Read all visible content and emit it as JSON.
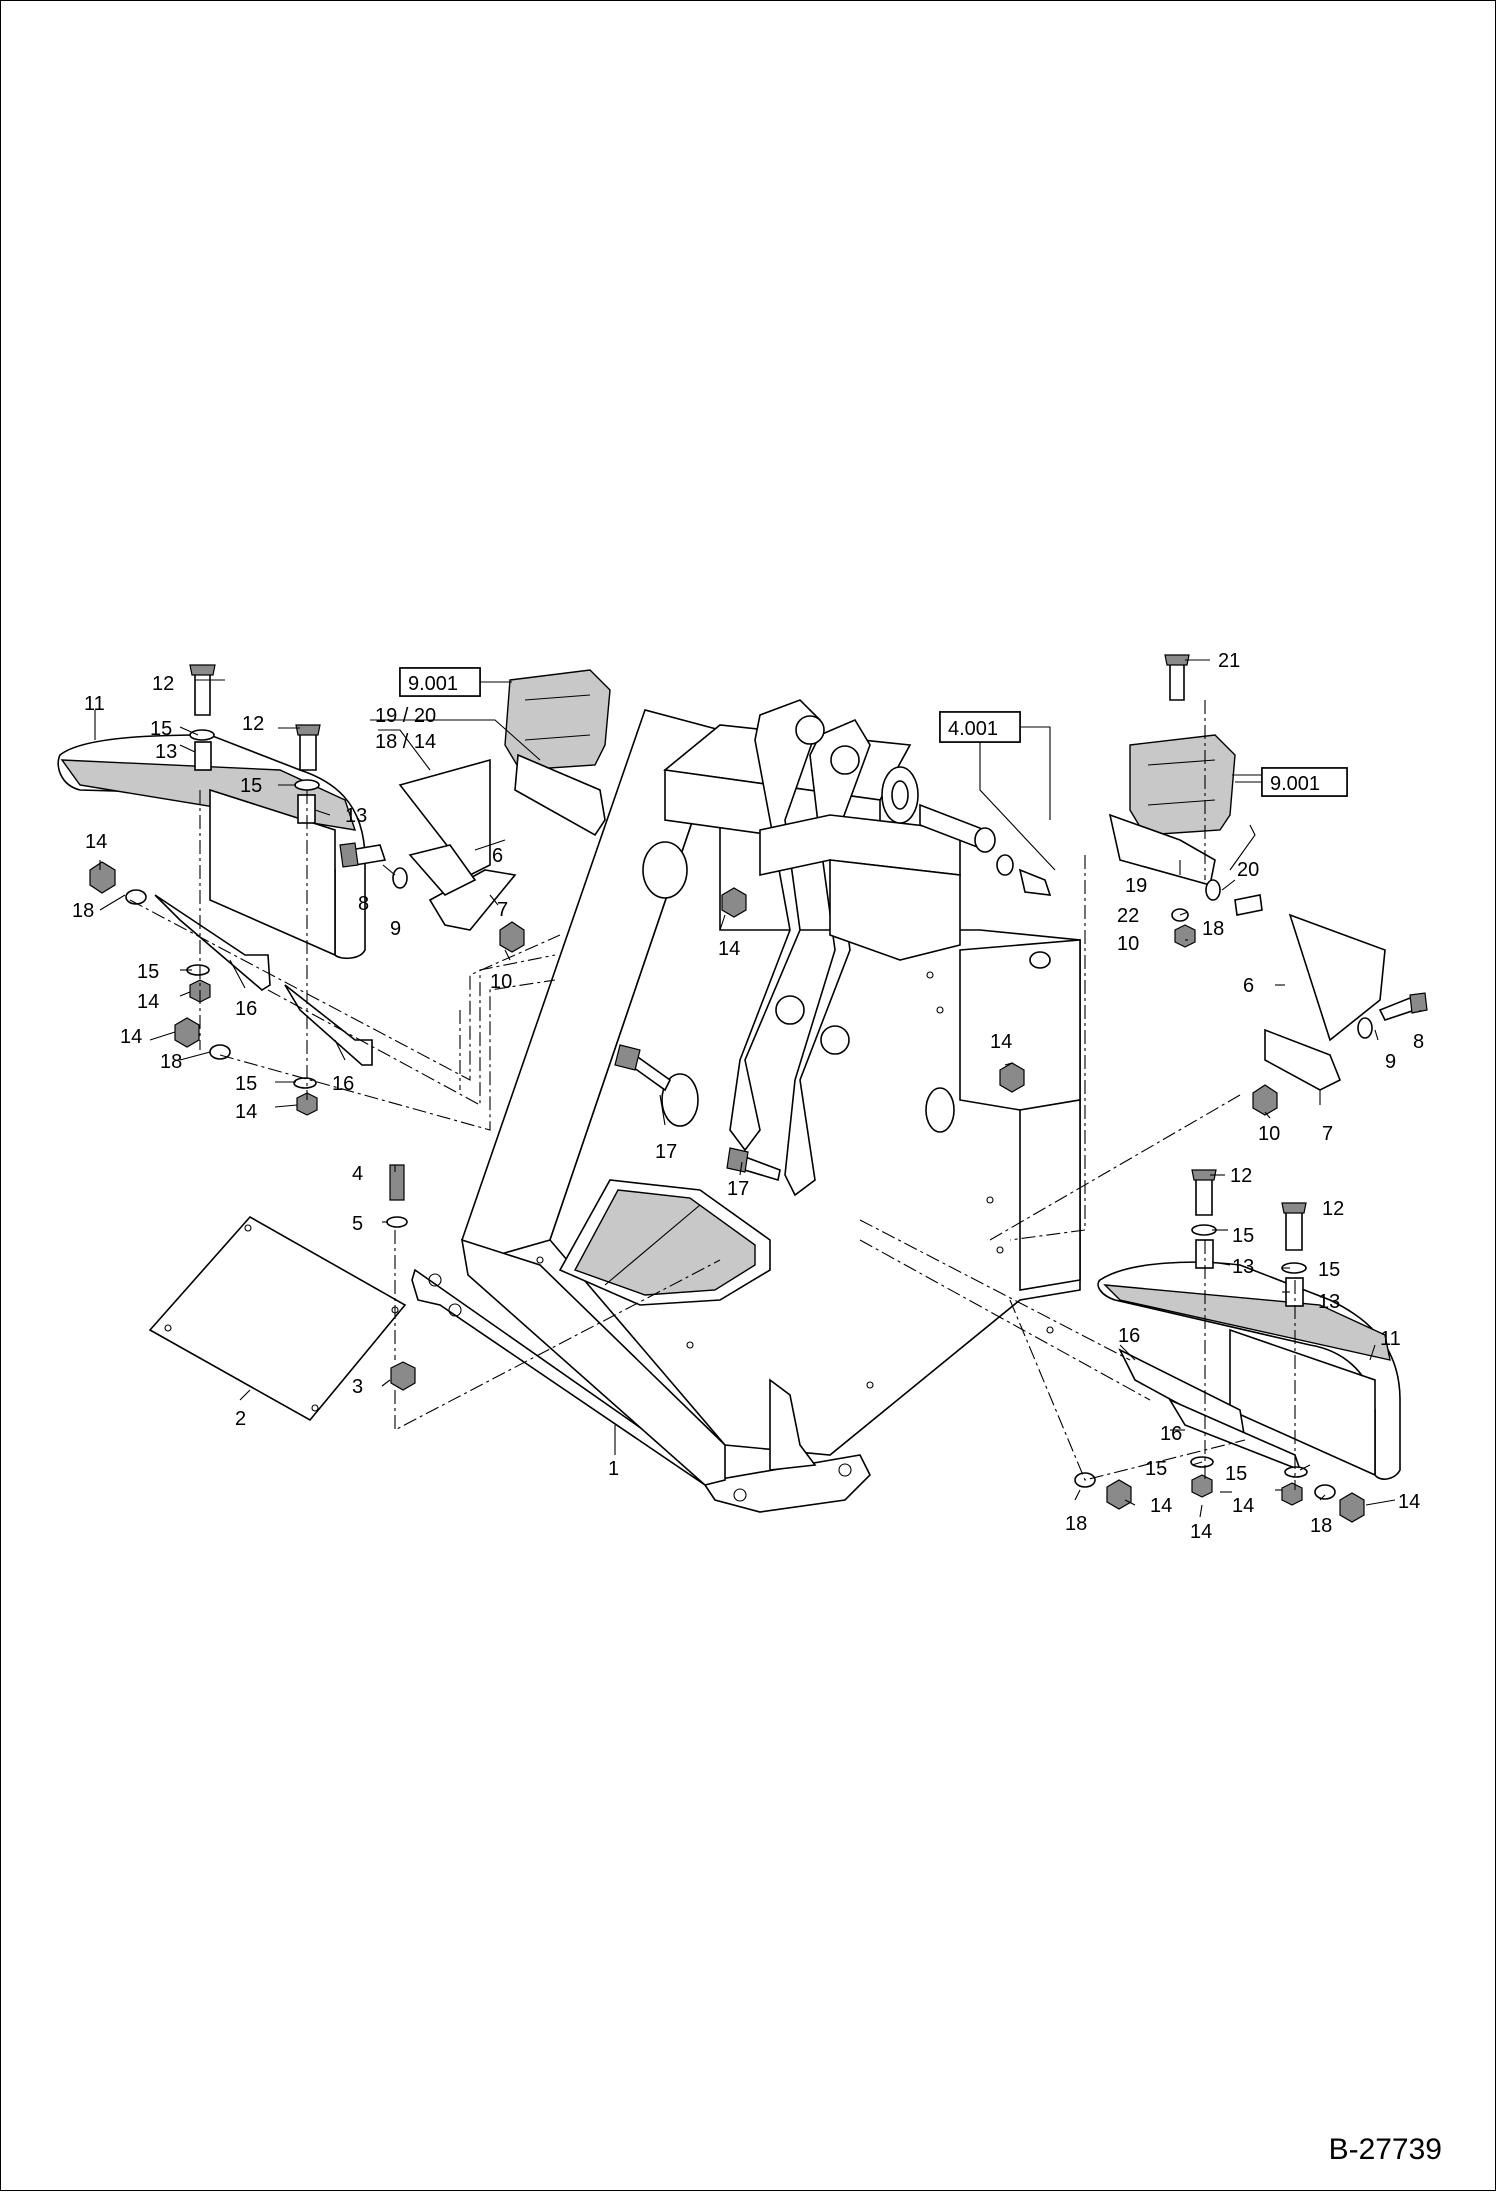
{
  "document_code": "B-27739",
  "reference_boxes": {
    "left_light": "9.001",
    "right_light": "9.001",
    "pin_group": "4.001"
  },
  "callouts": {
    "n1": "1",
    "n2": "2",
    "n3": "3",
    "n4": "4",
    "n5": "5",
    "n6": "6",
    "n7": "7",
    "n8": "8",
    "n9": "9",
    "n10": "10",
    "n11": "11",
    "n12": "12",
    "n13": "13",
    "n14": "14",
    "n15": "15",
    "n16": "16",
    "n17": "17",
    "n18": "18",
    "n19": "19",
    "n20": "20",
    "n21": "21",
    "n22": "22",
    "combo_19_20": "19 / 20",
    "combo_18_14": "18 / 14"
  }
}
